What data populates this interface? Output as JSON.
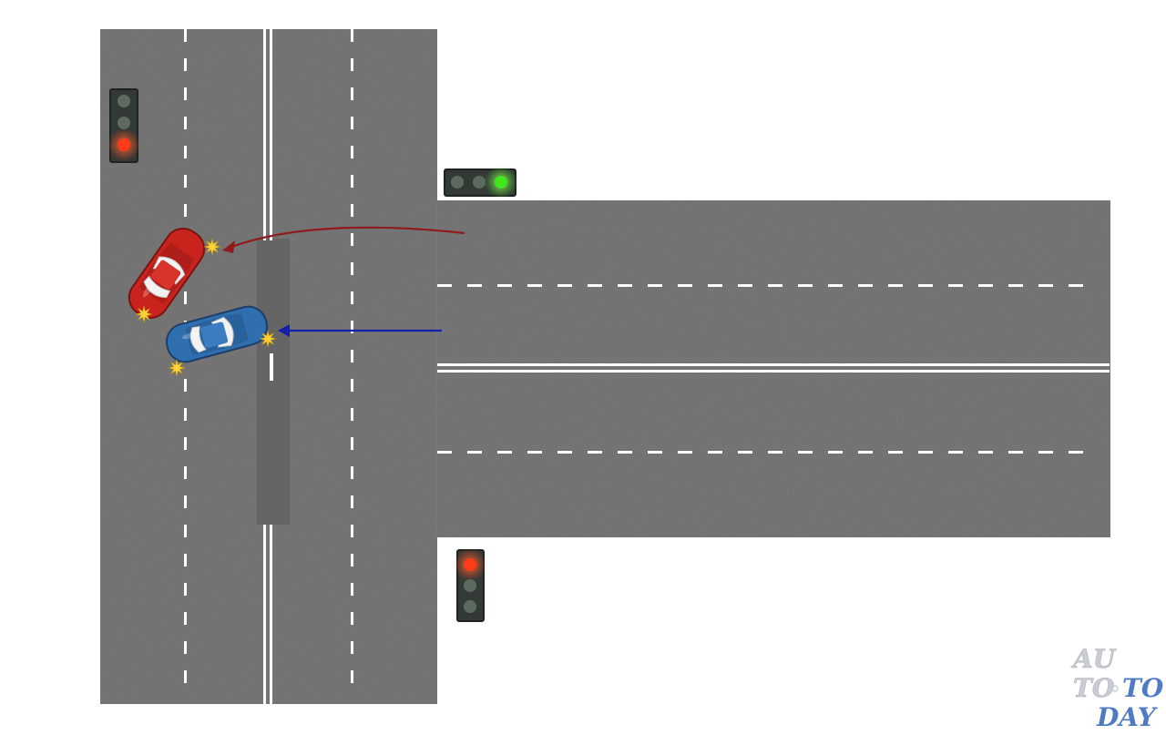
{
  "scene": {
    "colors": {
      "background": "#ffffff",
      "asphalt": "#6f6f6f",
      "asphalt_dark": "#656565",
      "marking": "#ffffff",
      "red_car": "#c8231c",
      "blue_car": "#2f6fb0",
      "red_arrow": "#8f1b1b",
      "blue_arrow": "#1420a8",
      "signal_red": "#ff3b1a",
      "signal_green": "#3ee81b",
      "signal_off": "#5d6a60",
      "impact": "#ffd23a"
    },
    "traffic_lights": [
      {
        "name": "traffic-light-north",
        "active": "red",
        "orientation": "vertical"
      },
      {
        "name": "traffic-light-east",
        "active": "green",
        "orientation": "horizontal"
      },
      {
        "name": "traffic-light-south",
        "active": "red",
        "orientation": "vertical"
      }
    ],
    "vehicles": [
      {
        "name": "red-car",
        "color": "red",
        "direction": "left-turn"
      },
      {
        "name": "blue-car",
        "color": "blue",
        "direction": "straight"
      }
    ],
    "icons": [
      "traffic-light-icon",
      "car-icon",
      "arrow-icon",
      "impact-star-icon"
    ]
  },
  "watermark": {
    "line1": "AU",
    "line2a": "TO",
    "line2b": "TO",
    "line3": "DAY",
    "color_light": "#c9cdd3",
    "color_blue": "#4f7bc2"
  }
}
